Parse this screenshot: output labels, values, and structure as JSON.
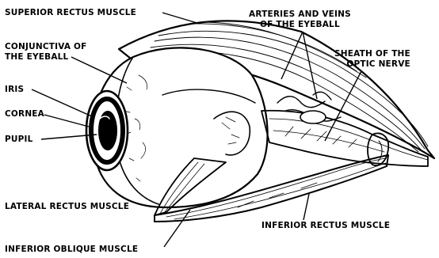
{
  "labels": {
    "superior_rectus": "SUPERIOR RECTUS MUSCLE",
    "arteries_line1": "ARTERIES AND VEINS",
    "arteries_line2": "OF THE EYEBALL",
    "conjunctiva_line1": "CONJUNCTIVA OF",
    "conjunctiva_line2": "THE EYEBALL",
    "sheath_line1": "SHEATH OF THE",
    "sheath_line2": "OPTIC NERVE",
    "iris": "IRIS",
    "cornea": "CORNEA",
    "pupil": "PUPIL",
    "lateral_rectus": "LATERAL RECTUS MUSCLE",
    "inferior_rectus": "INFERIOR RECTUS MUSCLE",
    "inferior_oblique": "INFERIOR OBLIQUE MUSCLE"
  },
  "colors": {
    "ink": "#000000",
    "paper": "#ffffff"
  }
}
